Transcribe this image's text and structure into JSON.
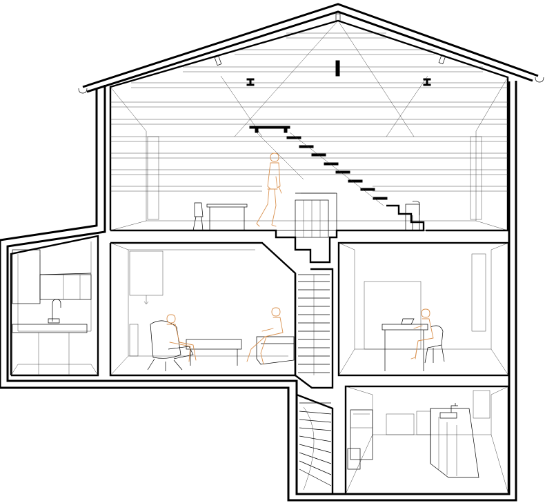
{
  "drawing": {
    "type": "architectural-section",
    "line_color": "#000000",
    "figure_color": "#d9914f",
    "background": "#ffffff"
  },
  "rooms": [
    {
      "key": "attic",
      "icon": "attic-open-loft"
    },
    {
      "key": "kitchen-annex",
      "icon": "kitchen-sink-cabinets"
    },
    {
      "key": "living-room",
      "icon": "lounge-chairs-coffee-table"
    },
    {
      "key": "study",
      "icon": "desk-chair"
    },
    {
      "key": "stair-core",
      "icon": "stair-flights"
    },
    {
      "key": "basement-kitchen",
      "icon": "counter-sink-cabinets"
    }
  ]
}
